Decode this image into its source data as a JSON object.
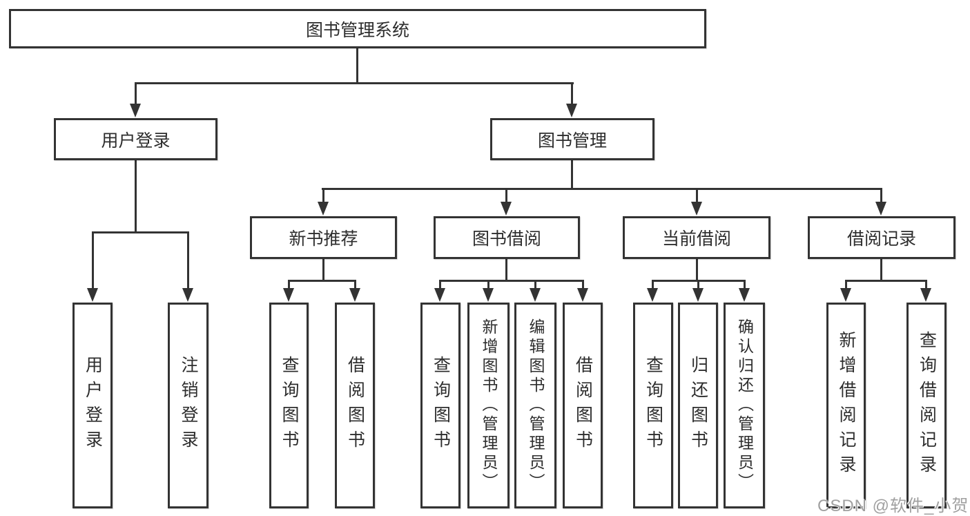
{
  "diagram": {
    "title": "图书管理系统",
    "level2": {
      "user_login": "用户登录",
      "book_mgmt": "图书管理"
    },
    "level3": {
      "new_book": "新书推荐",
      "book_borrow": "图书借阅",
      "current_borrow": "当前借阅",
      "borrow_record": "借阅记录"
    },
    "leaves": {
      "user_login": [
        "用户登录",
        "注销登录"
      ],
      "new_book": [
        "查询图书",
        "借阅图书"
      ],
      "book_borrow": [
        "查询图书",
        "新增图书（管理员）",
        "编辑图书（管理员）",
        "借阅图书"
      ],
      "current_borrow": [
        "查询图书",
        "归还图书",
        "确认归还（管理员）"
      ],
      "borrow_record": [
        "新增借阅记录",
        "查询借阅记录"
      ]
    }
  },
  "watermark": "CSDN @软件_小贺同学",
  "colors": {
    "line": "#333333",
    "text": "#2d2d2d",
    "watermark": "#a0a0a0",
    "background": "#ffffff"
  }
}
